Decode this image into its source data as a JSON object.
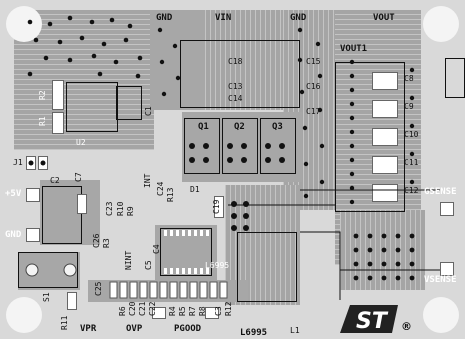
{
  "labels": {
    "gnd_top_left": "GND",
    "vin": "VIN",
    "gnd_top_mid": "GND",
    "vout": "VOUT",
    "vout1": "VOUT1",
    "c18": "C18",
    "c15": "C15",
    "c13": "C13",
    "c16": "C16",
    "c14": "C14",
    "c17": "C17",
    "q1": "Q1",
    "q2": "Q2",
    "q3": "Q3",
    "c8": "C8",
    "c9": "C9",
    "c10": "C10",
    "c11": "C11",
    "c12": "C12",
    "gsense": "GSENSE",
    "vsense": "VSENSE",
    "r2": "R2",
    "r1": "R1",
    "u2": "U2",
    "c1": "C1",
    "j1": "J1",
    "plus5v": "+5V",
    "gnd_left": "GND",
    "c2": "C2",
    "c7": "C7",
    "d1": "D1",
    "int": "INT",
    "c24": "C24",
    "r13": "R13",
    "c19": "C19",
    "c23": "C23",
    "r10": "R10",
    "r9": "R9",
    "c26": "C26",
    "r3": "R3",
    "c4": "C4",
    "u1": "L6995",
    "nint": "NINT",
    "c5": "C5",
    "c25": "C25",
    "s1": "S1",
    "r11": "R11",
    "vpr": "VPR",
    "ovp": "OVP",
    "pgood": "PGOOD",
    "l6995": "L6995",
    "l1": "L1",
    "registered": "®",
    "bottom_pads": [
      "R6",
      "C20",
      "C21",
      "C22",
      "R4",
      "R5",
      "R7",
      "R8",
      "C3",
      "R12"
    ]
  },
  "colors": {
    "board": "#d9d9d9",
    "copper": "#a7a7a7",
    "drill": "#f4f4f4",
    "silk": "#111111"
  },
  "logo": "ST"
}
